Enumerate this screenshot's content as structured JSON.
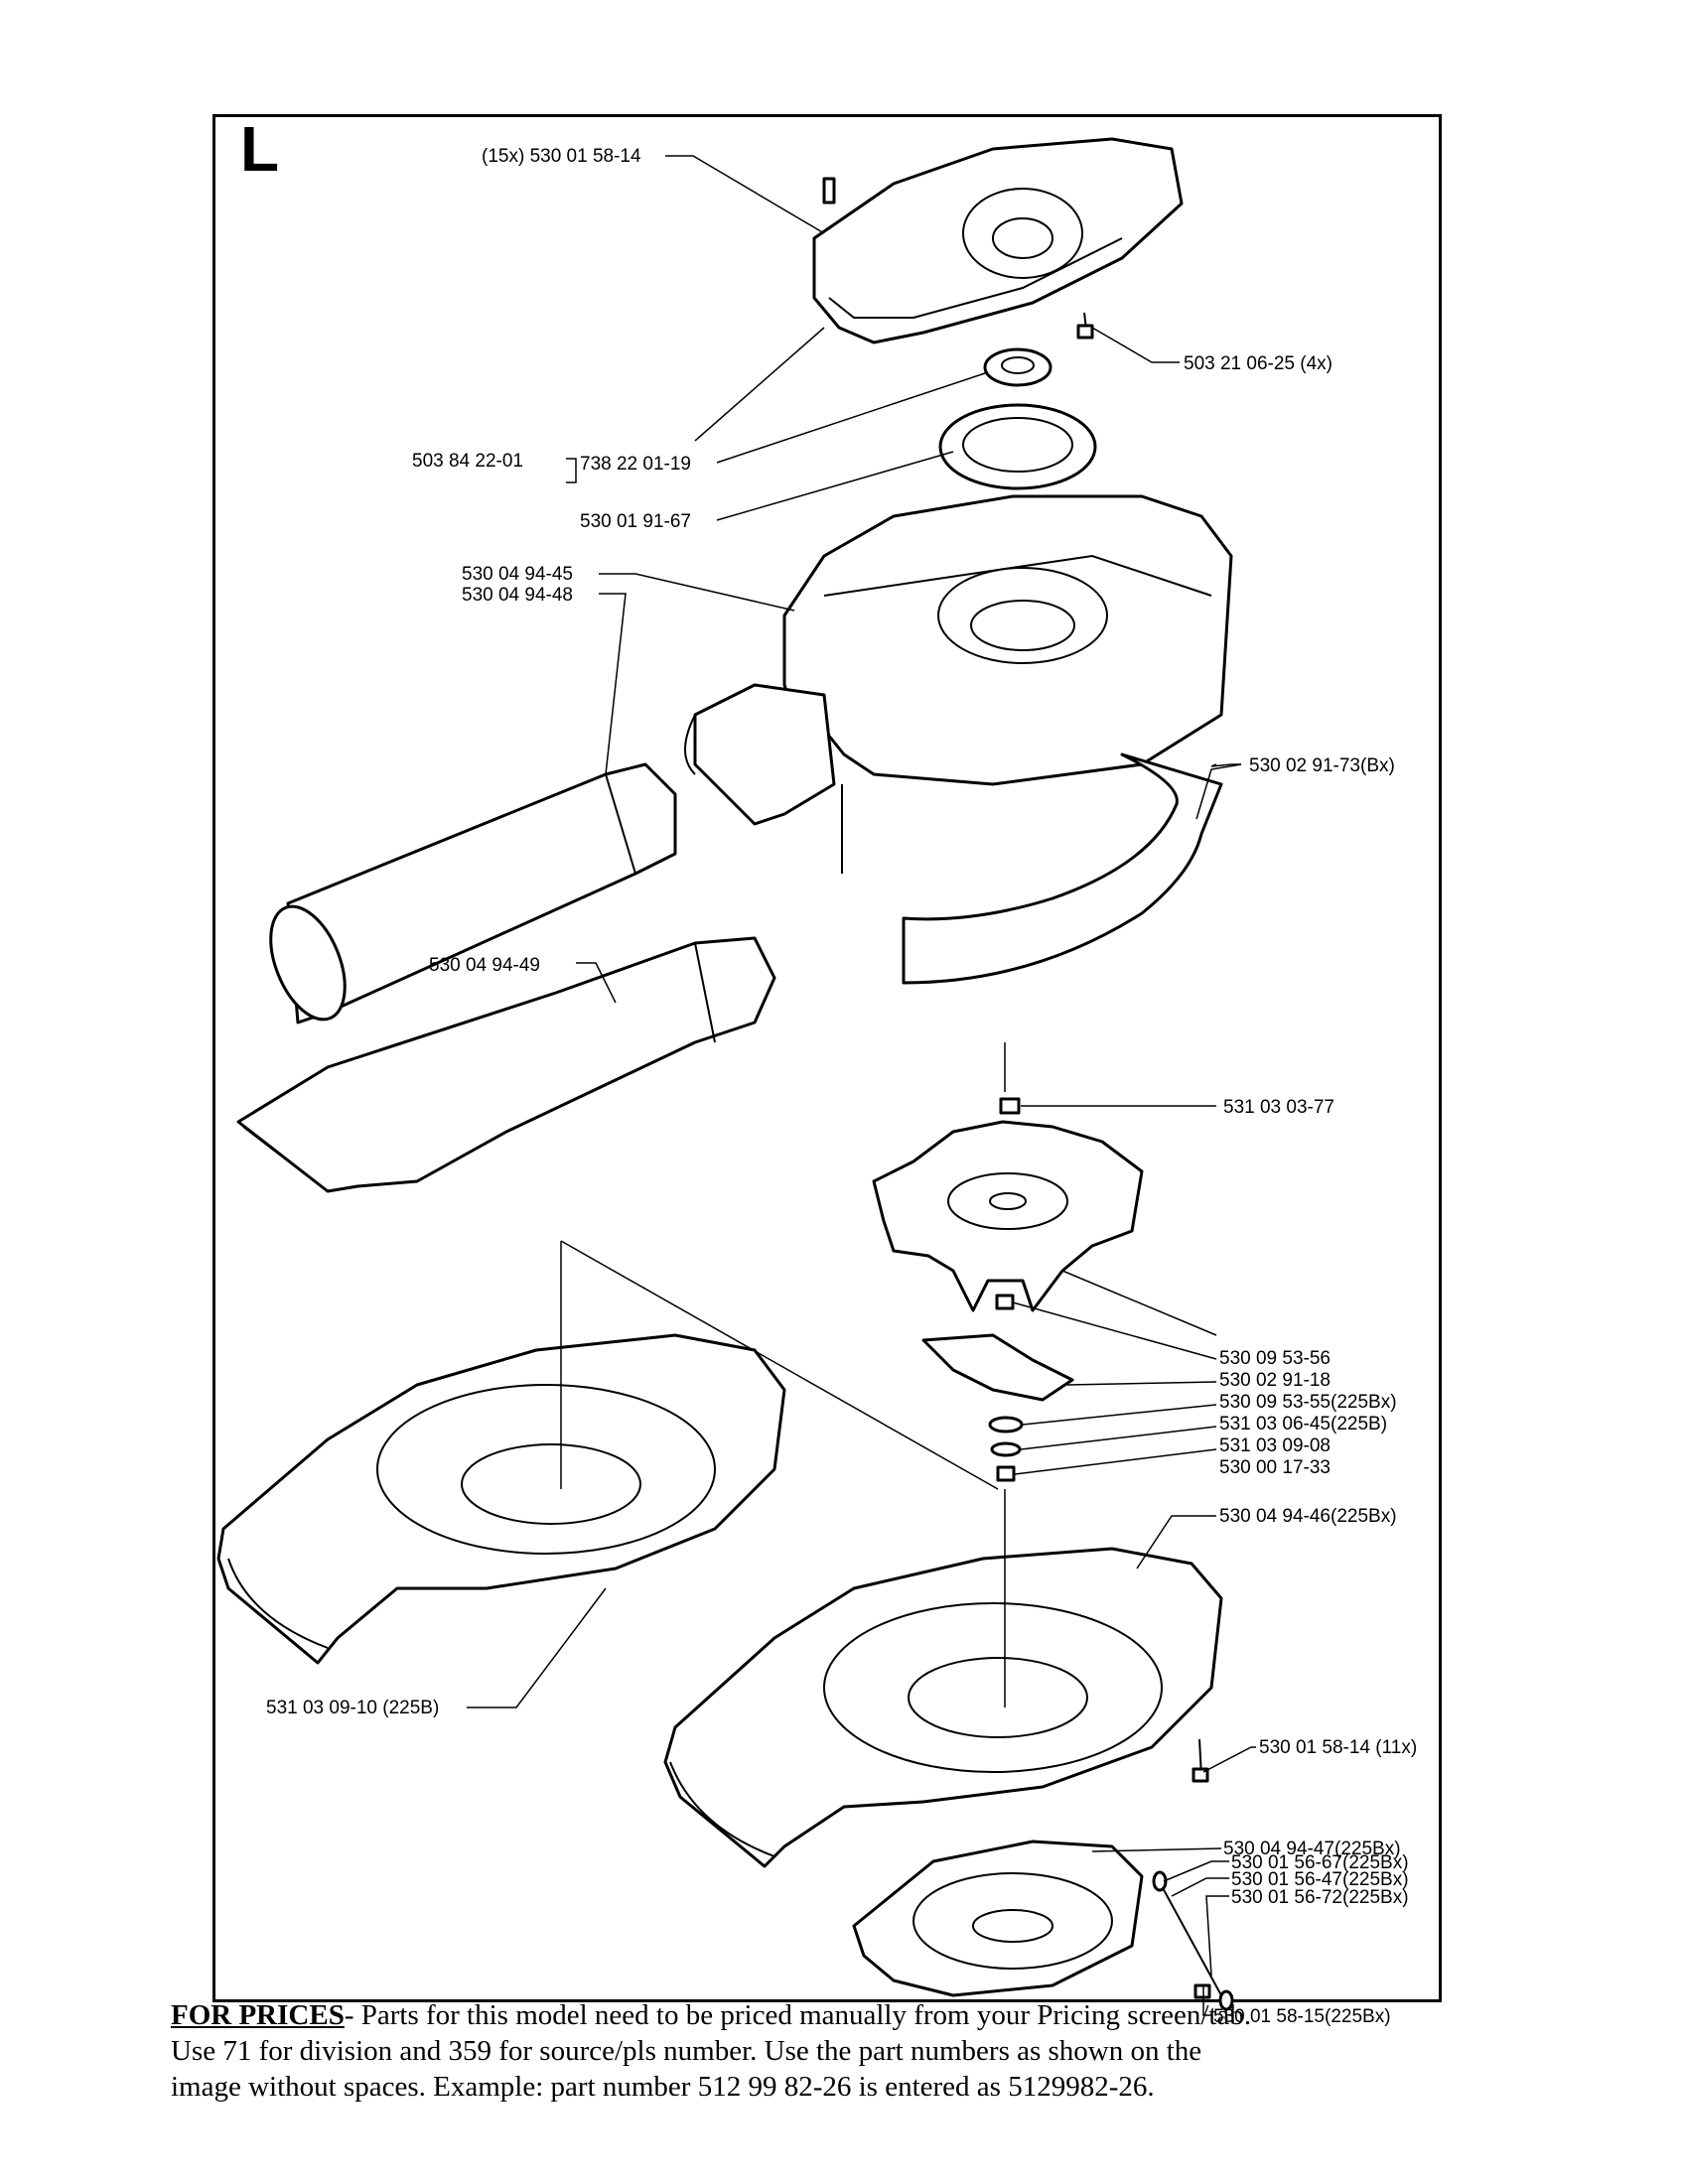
{
  "page_letter": "L",
  "labels": {
    "screw_15x": "(15x) 530 01 58-14",
    "screw_4x": "503 21 06-25 (4x)",
    "kit": "503 84 22-01",
    "bearing": "738 22 01-19",
    "seal": "530 01 91-67",
    "housing_a": "530 04 94-45",
    "housing_b": "530 04 94-48",
    "band": "530 02 91-73(Bx)",
    "tube": "530 04 94-49",
    "nut_top": "531 03 03-77",
    "fan": "530 09 53-56",
    "washer_a": "530 02 91-18",
    "cutter": "530 09 53-55(225Bx)",
    "washer_b": "531 03 06-45(225B)",
    "washer_c": "531 03 09-08",
    "nut_bottom": "530 00 17-33",
    "lower_housing_x": "530 04 94-46(225Bx)",
    "lower_housing": "531 03 09-10 (225B)",
    "screw_11x": "530 01 58-14 (11x)",
    "cover": "530 04 94-47(225Bx)",
    "pin_a": "530 01 56-67(225Bx)",
    "pin_b": "530 01 56-47(225Bx)",
    "pin_c": "530 01 56-72(225Bx)",
    "screw_bottom": "530 01 58-15(225Bx)"
  },
  "footer": {
    "heading": "FOR PRICES",
    "line1": "- Parts for this model need to be priced manually from your Pricing screen/tab.",
    "line2": "Use 71 for division and 359 for source/pls number.   Use the part numbers as shown on the",
    "line3": "image without spaces.  Example: part number 512 99 82-26 is entered as 5129982-26."
  }
}
